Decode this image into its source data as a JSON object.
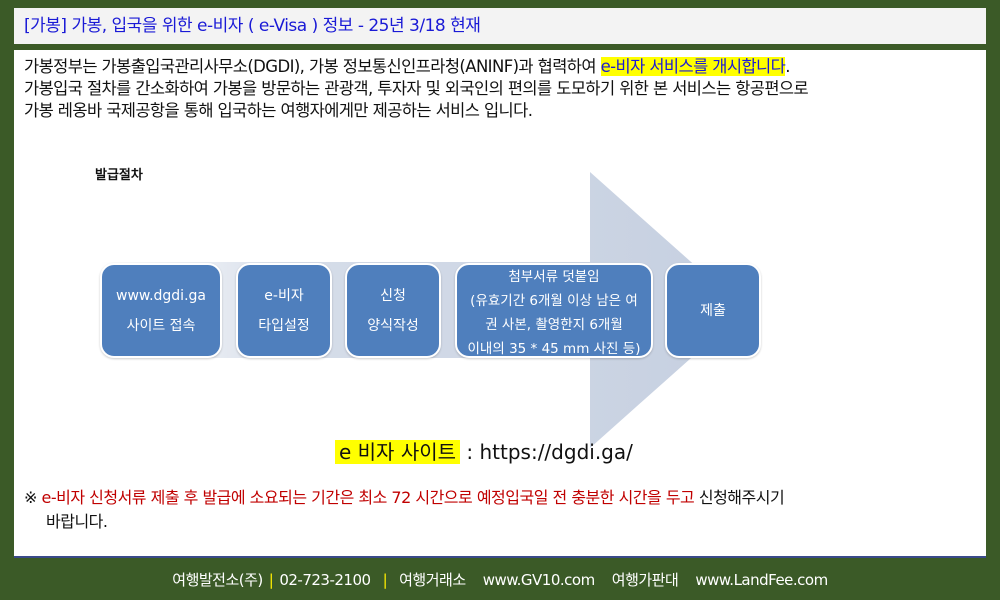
{
  "title": "[가봉] 가봉, 입국을 위한  e-비자 ( e-Visa )  정보 - 25년 3/18 현재",
  "intro": {
    "line1_pre": "가봉정부는 가봉출입국관리사무소(DGDI), 가봉 정보통신인프라청(ANINF)과 협력하여 ",
    "line1_hl": "e-비자 서비스를 개시합니다",
    "line1_post": ".",
    "line2": "가봉입국 절차를 간소화하여 가봉을 방문하는 관광객, 투자자 및 외국인의 편의를 도모하기 위한 본 서비스는 항공편으로",
    "line3": "가봉 레옹바 국제공항을 통해 입국하는 여행자에게만 제공하는 서비스 입니다."
  },
  "process": {
    "heading": "발급절차",
    "steps": [
      {
        "l1": "www.dgdi.ga",
        "l2": "사이트 접속"
      },
      {
        "l1": "e-비자",
        "l2": "타입설정"
      },
      {
        "l1": "신청",
        "l2": "양식작성"
      },
      {
        "l1": "첨부서류 덧붙임",
        "l2": "(유효기간 6개월 이상 남은 여",
        "l3": "권 사본, 촬영한지 6개월",
        "l4": "이내의 35 * 45 mm 사진 등)"
      },
      {
        "l1": "제출"
      }
    ]
  },
  "site": {
    "label": "e 비자 사이트",
    "sep": " : ",
    "url": "https://dgdi.ga/"
  },
  "notice": {
    "mark": "※ ",
    "red": "e-비자 신청서류 제출 후 발급에 소요되는 기간은 최소 72 시간으로 예정입국일 전 충분한 시간을 두고",
    "black": " 신청해주시기",
    "line2": "바랍니다."
  },
  "footer": {
    "company": "여행발전소(주)",
    "phone": "02-723-2100",
    "site1_label": "여행거래소",
    "site1": "www.GV10.com",
    "site2_label": "여행가판대",
    "site2": "www.LandFee.com"
  },
  "colors": {
    "bg": "#3b5a27",
    "box": "#4f7fbd",
    "highlight": "#ffff00",
    "red": "#c00000",
    "title": "#1a1ad6"
  }
}
